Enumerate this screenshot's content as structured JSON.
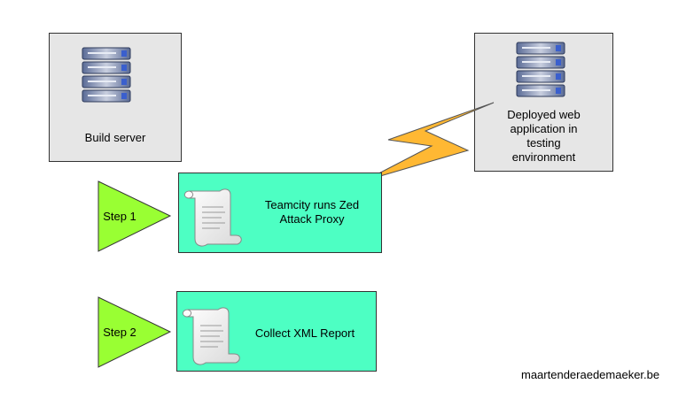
{
  "build_server": {
    "label": "Build server",
    "icon": "server-icon"
  },
  "deployed_app": {
    "label_lines": [
      "Deployed web",
      "application in",
      "testing",
      "environment"
    ],
    "icon": "server-icon"
  },
  "step1": {
    "marker": "Step 1",
    "label_lines": [
      "Teamcity runs Zed",
      "Attack Proxy"
    ],
    "icon": "script-scroll-icon"
  },
  "step2": {
    "marker": "Step 2",
    "label": "Collect XML Report",
    "icon": "script-scroll-icon"
  },
  "connector": {
    "icon": "lightning-bolt-icon"
  },
  "watermark": "maartenderaedemaeker.be",
  "colors": {
    "server_box_fill": "#e6e6e6",
    "step_box_fill": "#4dffc3",
    "step_marker_fill": "#99ff33",
    "bolt_fill": "#ffb833",
    "server_blue": "#4d5f8f"
  }
}
